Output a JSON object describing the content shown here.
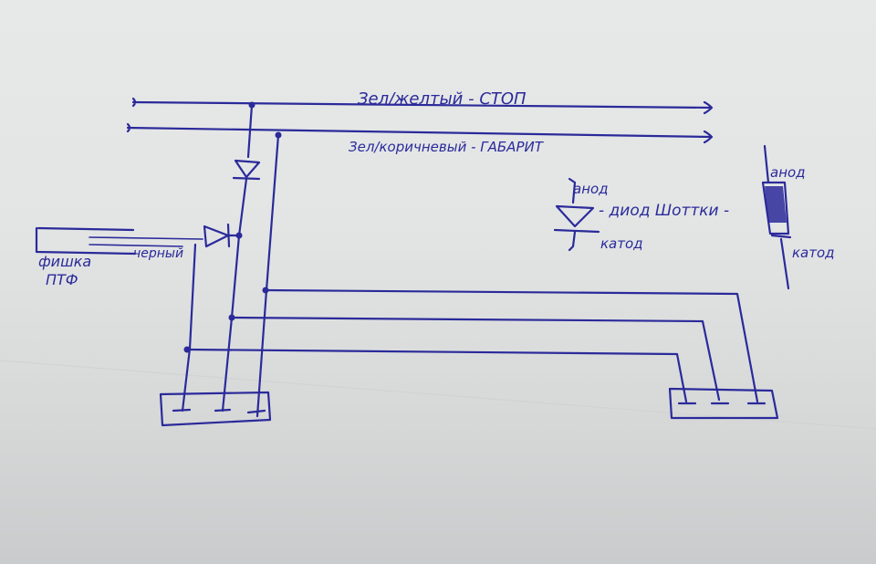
{
  "labels": {
    "wire_top": "Зел/желтый - СТОП",
    "wire_second": "Зел/коричневый - ГАБАРИТ",
    "connector_name_line1": "фишка",
    "connector_name_line2": "ПТФ",
    "black_wire": "черный",
    "anode_small": "анод",
    "diode_caption": "- диод Шоттки -",
    "cathode_small": "катод",
    "anode_right": "анод",
    "cathode_right": "катод"
  },
  "colors": {
    "ink": "#2b2a9a",
    "paper": "#e4e6e6"
  }
}
